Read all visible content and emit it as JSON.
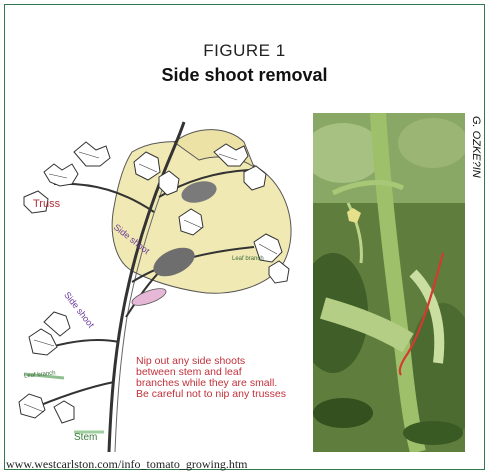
{
  "figure": {
    "label": "FIGURE 1",
    "title": "Side shoot removal",
    "credit": "G. OZKE?IN"
  },
  "illustration": {
    "labels": {
      "truss": "Truss",
      "side_shoot_1": "Side shoot",
      "side_shoot_2": "Side shoot",
      "leaf_branch_1": "Leaf branch",
      "leaf_branch_2": "Leaf branch",
      "stem": "Stem"
    },
    "note": "Nip out any  side shoots between stem and leaf branches while they are small. Be careful not to nip any  trusses"
  },
  "source_url": "www.westcarlston.com/info_tomato_growing.htm"
}
